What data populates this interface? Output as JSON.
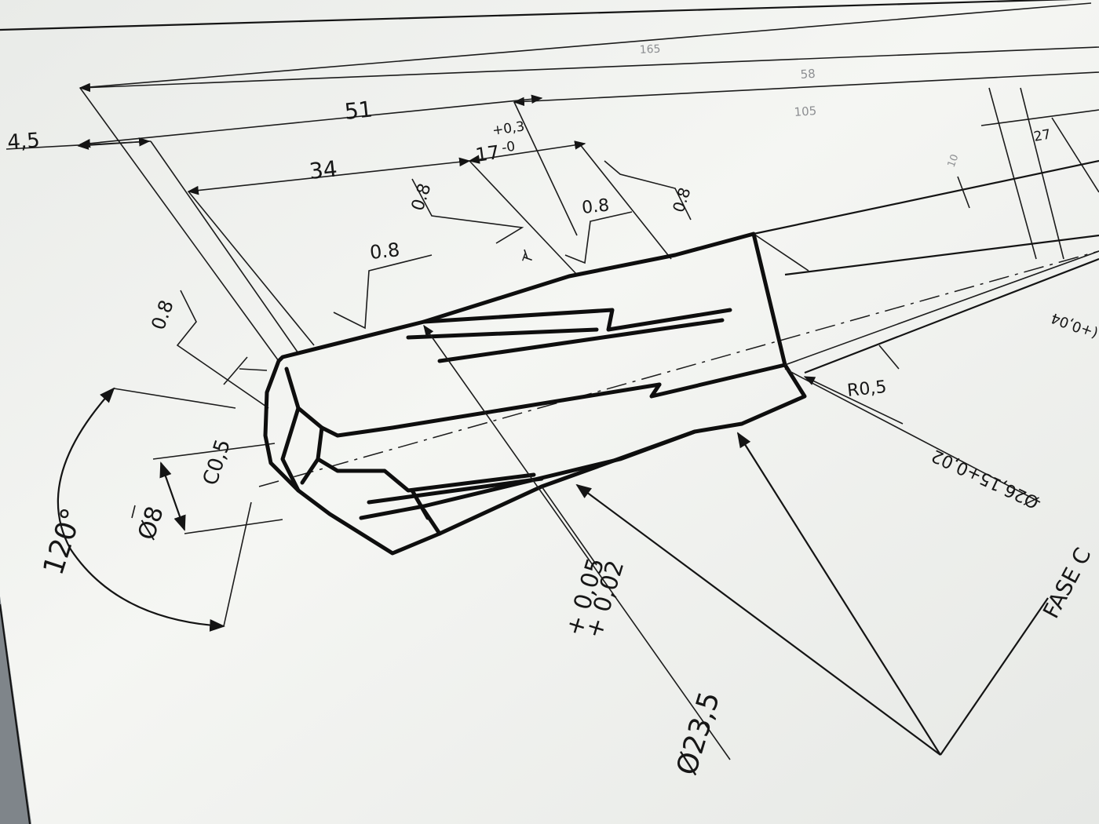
{
  "dimensions": {
    "d_4_5": "4,5",
    "d_51": "51",
    "d_34": "34",
    "d_17": "17",
    "d_17_tol_upper": "+0,3",
    "d_17_tol_lower": "-0",
    "d_105": "105",
    "d_165": "165",
    "d_58": "58",
    "d_27": "27",
    "d_10": "10"
  },
  "roughness": {
    "r1": "0.8",
    "r2": "0.8",
    "r3": "0.8",
    "r4": "0.8",
    "r5": "0.8"
  },
  "annotations": {
    "angle": "120°",
    "bore": "Ø8",
    "chamfer": "C0,5",
    "radius": "R0,5",
    "dia_main": "Ø23,5",
    "dia_main_tol_upper": "+ 0,05",
    "dia_main_tol_lower": "+ 0,02",
    "dia_right": "Ø26,15+0,02",
    "right_partial": "(+0,04",
    "fase_note": "FASE C"
  },
  "colors": {
    "paper": "#f4f5f1",
    "ink": "#141414"
  }
}
